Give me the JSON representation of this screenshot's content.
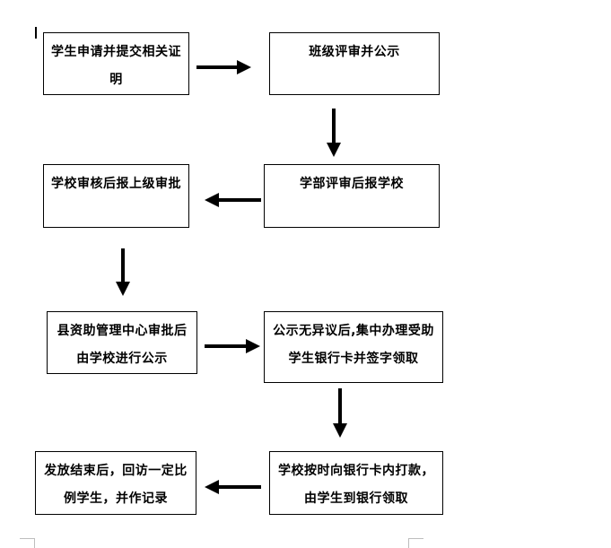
{
  "steps": [
    {
      "id": "step1",
      "text": "学生申请并提交相关证明"
    },
    {
      "id": "step2",
      "text": "班级评审并公示"
    },
    {
      "id": "step3",
      "text": "学部评审后报学校"
    },
    {
      "id": "step4",
      "text": "学校审核后报上级审批"
    },
    {
      "id": "step5",
      "text": "县资助管理中心审批后由学校进行公示"
    },
    {
      "id": "step6",
      "text": "公示无异议后,集中办理受助学生银行卡并签字领取"
    },
    {
      "id": "step7",
      "text": "学校按时向银行卡内打款，由学生到银行领取"
    },
    {
      "id": "step8",
      "text": "发放结束后，回访一定比例学生，并作记录"
    }
  ]
}
